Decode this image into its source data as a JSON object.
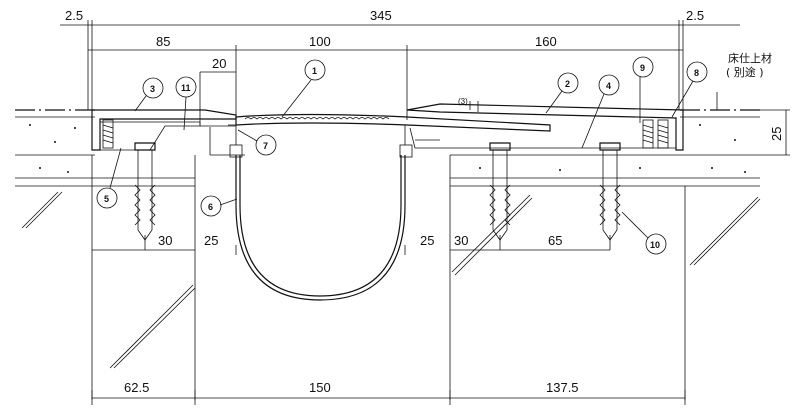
{
  "dimensions": {
    "top_left_gap": "2.5",
    "top_total": "345",
    "top_right_gap": "2.5",
    "seg_left": "85",
    "seg_mid": "100",
    "seg_right": "160",
    "gap_20": "20",
    "thickness_3": "(3)",
    "height_25": "25",
    "anchor_left_30": "30",
    "anchor_left_25": "25",
    "anchor_right_25": "25",
    "anchor_right_30": "30",
    "anchor_right_65": "65",
    "bottom_left": "62.5",
    "bottom_mid": "150",
    "bottom_right": "137.5"
  },
  "floor_note": {
    "line1": "床仕上材",
    "line2": "( 別途 )"
  },
  "callouts": {
    "c1": "1",
    "c2": "2",
    "c3": "3",
    "c4": "4",
    "c5": "5",
    "c6": "6",
    "c7": "7",
    "c8": "8",
    "c9": "9",
    "c10": "10",
    "c11": "11"
  }
}
